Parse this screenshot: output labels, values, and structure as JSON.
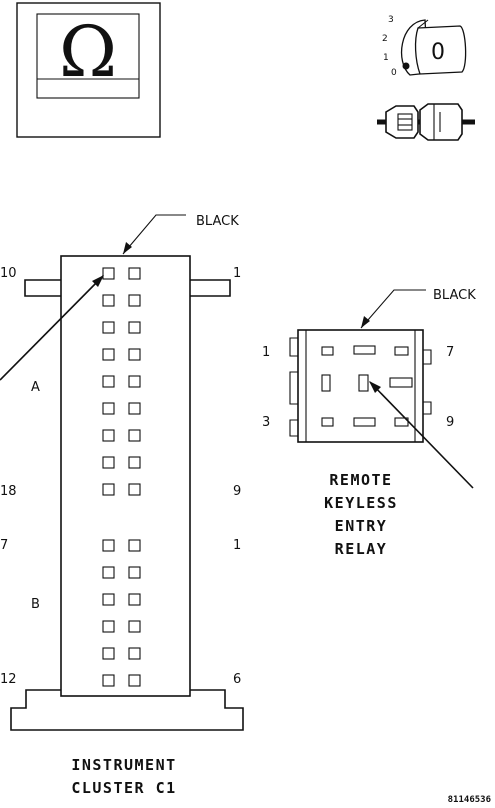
{
  "icon": {
    "name": "omega-symbol-icon",
    "glyph": "Ω"
  },
  "ignition": {
    "positions": [
      "3",
      "2",
      "1",
      "0"
    ],
    "key_glyph": "0"
  },
  "cluster": {
    "color_label": "BLACK",
    "section_a": {
      "label": "A",
      "top_left": "10",
      "top_right": "1",
      "bottom_left": "18",
      "bottom_right": "9"
    },
    "section_b": {
      "label": "B",
      "top_left": "7",
      "top_right": "1",
      "bottom_left": "12",
      "bottom_right": "6"
    },
    "name_line1": "INSTRUMENT",
    "name_line2": "CLUSTER C1"
  },
  "relay": {
    "color_label": "BLACK",
    "pin_top_left": "1",
    "pin_top_right": "7",
    "pin_bottom_left": "3",
    "pin_bottom_right": "9",
    "name_lines": [
      "REMOTE",
      "KEYLESS",
      "ENTRY",
      "RELAY"
    ]
  },
  "part_number": "81146536"
}
